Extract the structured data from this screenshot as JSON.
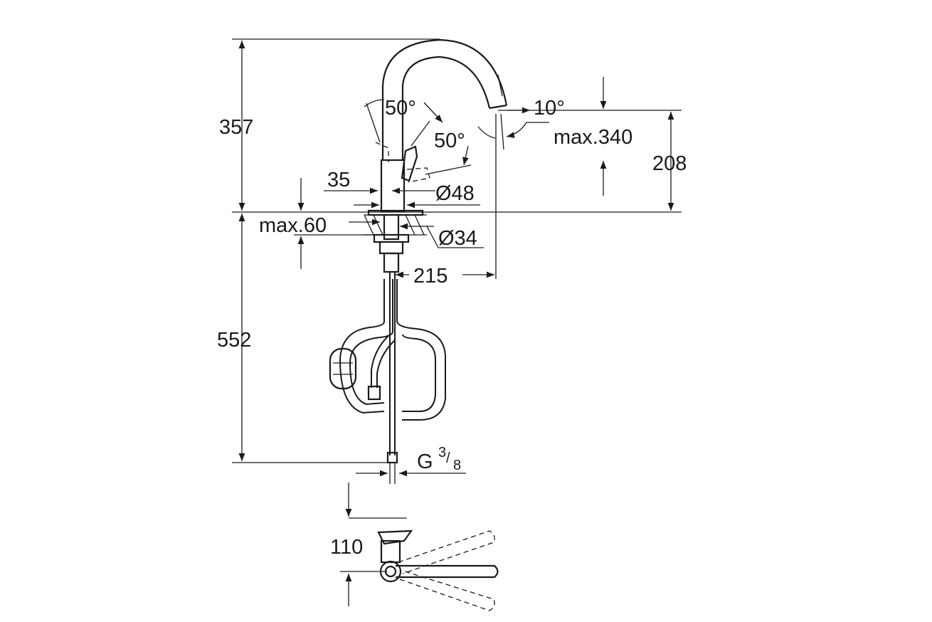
{
  "dimensions": {
    "height_above": "357",
    "height_below": "552",
    "spout_angle_left": "50°",
    "lever_angle": "50°",
    "spout_tilt": "10°",
    "max_reach_height": "max.340",
    "outlet_height": "208",
    "lever_offset": "35",
    "body_diameter": "Ø48",
    "deck_thickness": "max.60",
    "hole_diameter": "Ø34",
    "projection": "215",
    "connection_main": "G",
    "connection_num": "3",
    "connection_den": "8",
    "top_view_offset": "110"
  }
}
